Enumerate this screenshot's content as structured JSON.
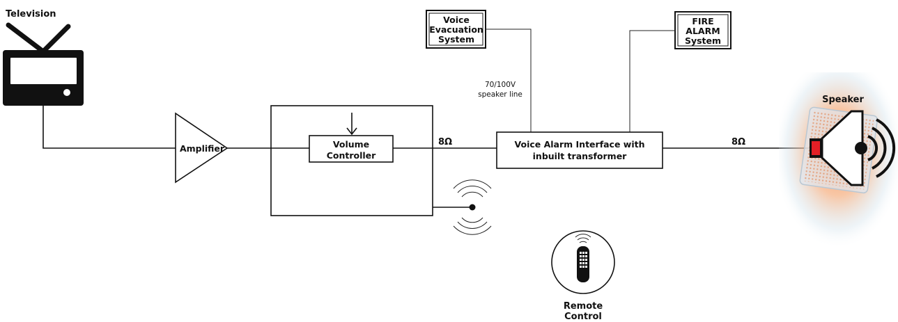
{
  "labels": {
    "television": "Television",
    "amplifier": "Amplifier",
    "volume_controller_1": "Volume",
    "volume_controller_2": "Controller",
    "ohm_left": "8Ω",
    "ohm_right": "8Ω",
    "voice_alarm_1": "Voice Alarm Interface with",
    "voice_alarm_2": "inbuilt transformer",
    "voice_evac_1": "Voice",
    "voice_evac_2": "Evacuation",
    "voice_evac_3": "System",
    "fire_alarm_1": "FIRE",
    "fire_alarm_2": "ALARM",
    "fire_alarm_3": "System",
    "speaker_line_1": "70/100V",
    "speaker_line_2": "speaker line",
    "speaker": "Speaker",
    "remote_1": "Remote",
    "remote_2": "Control"
  },
  "icons": {
    "television": "television-icon",
    "speaker": "speaker-icon",
    "remote": "remote-control-icon",
    "wireless": "wireless-signal-icon"
  },
  "colors": {
    "speaker_red": "#e21f26",
    "speaker_glow": "#f3a06a",
    "speaker_panel": "#dfe7ef"
  }
}
